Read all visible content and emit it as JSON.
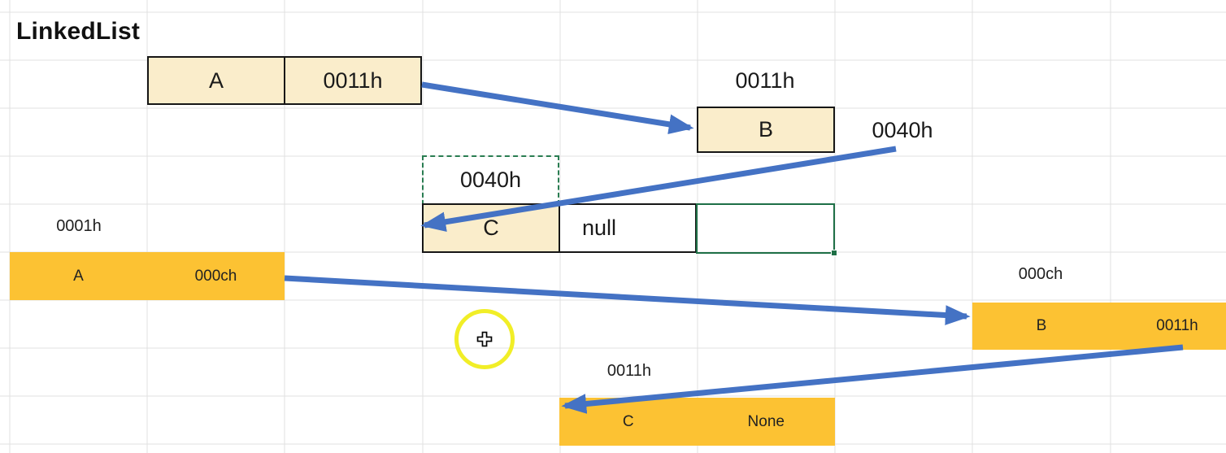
{
  "title": "LinkedList",
  "colors": {
    "arrow_blue": "#4472C4",
    "node_cream_fill": "#FAEDCB",
    "node_orange_fill": "#FCC233",
    "excel_green": "#1E6F46",
    "grid_line": "#E1E1E1",
    "cursor_ring_yellow": "#F1EE27"
  },
  "icons": {
    "cell_cursor": "plus-cross"
  },
  "logical_list": {
    "node_a": {
      "value": "A",
      "next_pointer": "0011h"
    },
    "node_b": {
      "address_label": "0011h",
      "value": "B",
      "next_pointer_label": "0040h"
    },
    "pointer_box": {
      "value": "0040h"
    },
    "node_c": {
      "value": "C",
      "next_pointer": "null"
    }
  },
  "memory_list": {
    "node_a": {
      "address_label": "0001h",
      "value": "A",
      "next_pointer": "000ch"
    },
    "node_b": {
      "address_label": "000ch",
      "value": "B",
      "next_pointer": "0011h"
    },
    "node_c": {
      "address_label": "0011h",
      "value": "C",
      "next_pointer": "None"
    }
  }
}
